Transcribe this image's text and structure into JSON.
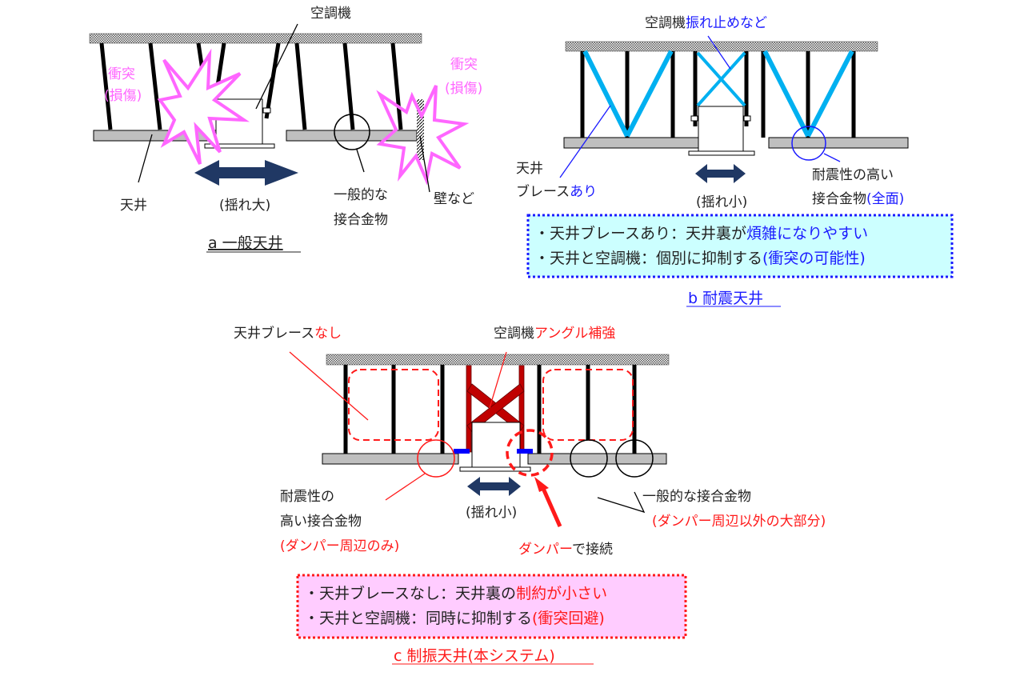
{
  "panel_a": {
    "ac_label": "空調機",
    "collision_left": [
      "衝突",
      "(損傷)"
    ],
    "collision_right": [
      "衝突",
      "(損傷)"
    ],
    "ceiling_label": "天井",
    "sway_label": "(揺れ大)",
    "joint_label": [
      "一般的な",
      "接合金物"
    ],
    "wall_label": "壁など",
    "caption": "a  一般天井"
  },
  "panel_b": {
    "ac_label": {
      "black": "空調機",
      "blue": "振れ止めなど"
    },
    "ceiling_label": "天井",
    "brace_label": {
      "black": "ブレース",
      "blue": "あり"
    },
    "sway_label": "(揺れ小)",
    "joint_label": {
      "line1": "耐震性の高い",
      "black": "接合金物",
      "blue": "(全面)"
    },
    "note_lines": [
      {
        "black": "・天井ブレースあり：天井裏が",
        "blue": "煩雑になりやすい"
      },
      {
        "black": "・天井と空調機：個別に抑制する",
        "blue": "(衝突の可能性)"
      }
    ],
    "caption": "b  耐震天井",
    "colors": {
      "brace": "#00b0f0",
      "note_bg": "#ccffff",
      "accent": "#1a1aff"
    }
  },
  "panel_c": {
    "brace_label": {
      "black": "天井ブレース",
      "red": "なし"
    },
    "ac_label": {
      "black": "空調機",
      "red": "アングル補強"
    },
    "joint_high_label": {
      "line1": "耐震性の",
      "line2": "高い接合金物",
      "line3": "(ダンパー周辺のみ)"
    },
    "sway_label": "(揺れ小)",
    "damper_label": {
      "red": "ダンパー",
      "black": "で接続"
    },
    "joint_general_label": {
      "line1": "一般的な接合金物",
      "line2": "(ダンパー周辺以外の大部分)"
    },
    "note_lines": [
      {
        "black": "・天井ブレースなし：天井裏の",
        "red": "制約が小さい"
      },
      {
        "black": "・天井と空調機：同時に抑制する",
        "red": "(衝突回避)"
      }
    ],
    "caption": "c  制振天井(本システム)",
    "colors": {
      "frame": "#c00000",
      "damper": "#0000ff",
      "note_bg": "#ffccff",
      "accent": "#ff1a1a"
    }
  }
}
